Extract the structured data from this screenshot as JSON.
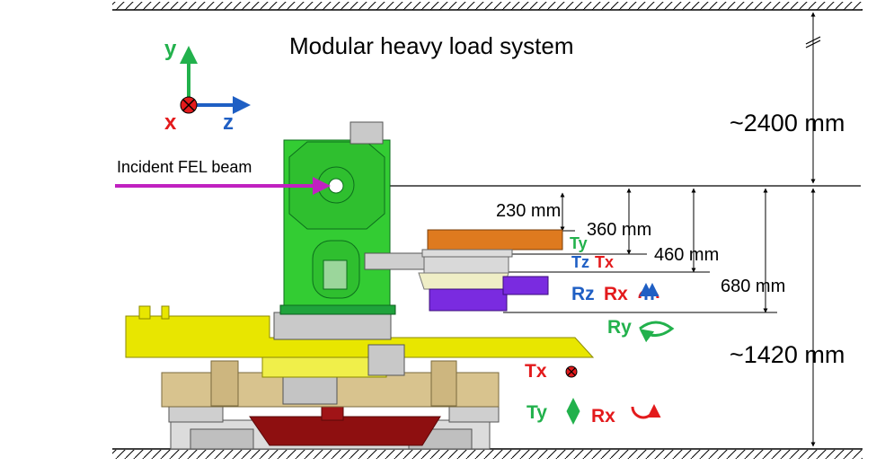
{
  "title": "Modular heavy load system",
  "beam_label": "Incident FEL beam",
  "axes": {
    "y": "y",
    "x": "x",
    "z": "z"
  },
  "dimensions": {
    "ceiling": "~2400 mm",
    "floor": "~1420 mm",
    "d230": "230 mm",
    "d360": "360 mm",
    "d460": "460 mm",
    "d680": "680 mm"
  },
  "motions": {
    "top_ty": "Ty",
    "tz": "Tz",
    "tx_upper": "Tx",
    "rz": "Rz",
    "rx_upper": "Rx",
    "ry": "Ry",
    "tx_lower": "Tx",
    "ty_lower": "Ty",
    "rx_lower": "Rx"
  },
  "colors": {
    "green": "#22b14c",
    "red": "#e31a1c",
    "blue": "#1f5fc4",
    "magenta": "#c021c0",
    "yellow": "#e8e600",
    "tan": "#d8c38e",
    "darkred": "#8e0f10",
    "orange": "#de7a1f",
    "purple": "#7a2be0"
  }
}
